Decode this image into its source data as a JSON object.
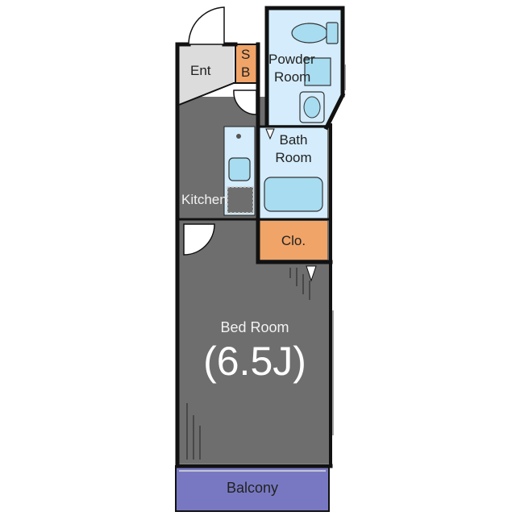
{
  "rooms": {
    "entrance": "Ent",
    "shoe_box_top": "S",
    "shoe_box_bottom": "B",
    "powder_room_line1": "Powder",
    "powder_room_line2": "Room",
    "bath_room_line1": "Bath",
    "bath_room_line2": "Room",
    "kitchen": "Kitchen",
    "closet": "Clo.",
    "bed_room": "Bed Room",
    "bed_room_size": "(6.5J)",
    "balcony": "Balcony"
  },
  "colors": {
    "wall": "#111111",
    "floor_dark": "#6e6e6e",
    "floor_entrance": "#dcdcdc",
    "wet_area": "#d4ecfb",
    "fixture": "#a8dcf0",
    "accent_orange": "#f0a468",
    "balcony": "#7878c2"
  }
}
